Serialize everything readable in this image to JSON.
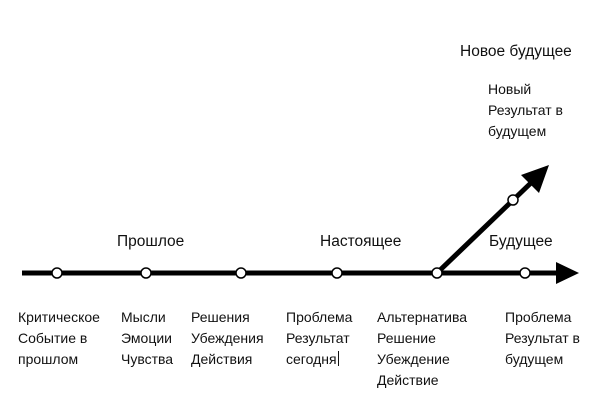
{
  "headers": {
    "past": "Прошлое",
    "present": "Настоящее",
    "future": "Будущее",
    "new_future": "Новое будущее"
  },
  "new_result": [
    "Новый",
    "Результат в",
    "будущем"
  ],
  "columns": [
    [
      "Критическое",
      "Событие в",
      "прошлом"
    ],
    [
      "Мысли",
      "Эмоции",
      "Чувства"
    ],
    [
      "Решения",
      "Убеждения",
      "Действия"
    ],
    [
      "Проблема",
      "Результат",
      "сегодня"
    ],
    [
      "Альтернатива",
      "Решение",
      "Убеждение",
      "Действие"
    ],
    [
      "Проблема",
      "Результат в",
      "будущем"
    ]
  ],
  "colors": {
    "line": "#000000",
    "node_fill": "#ffffff",
    "text": "#111111"
  }
}
